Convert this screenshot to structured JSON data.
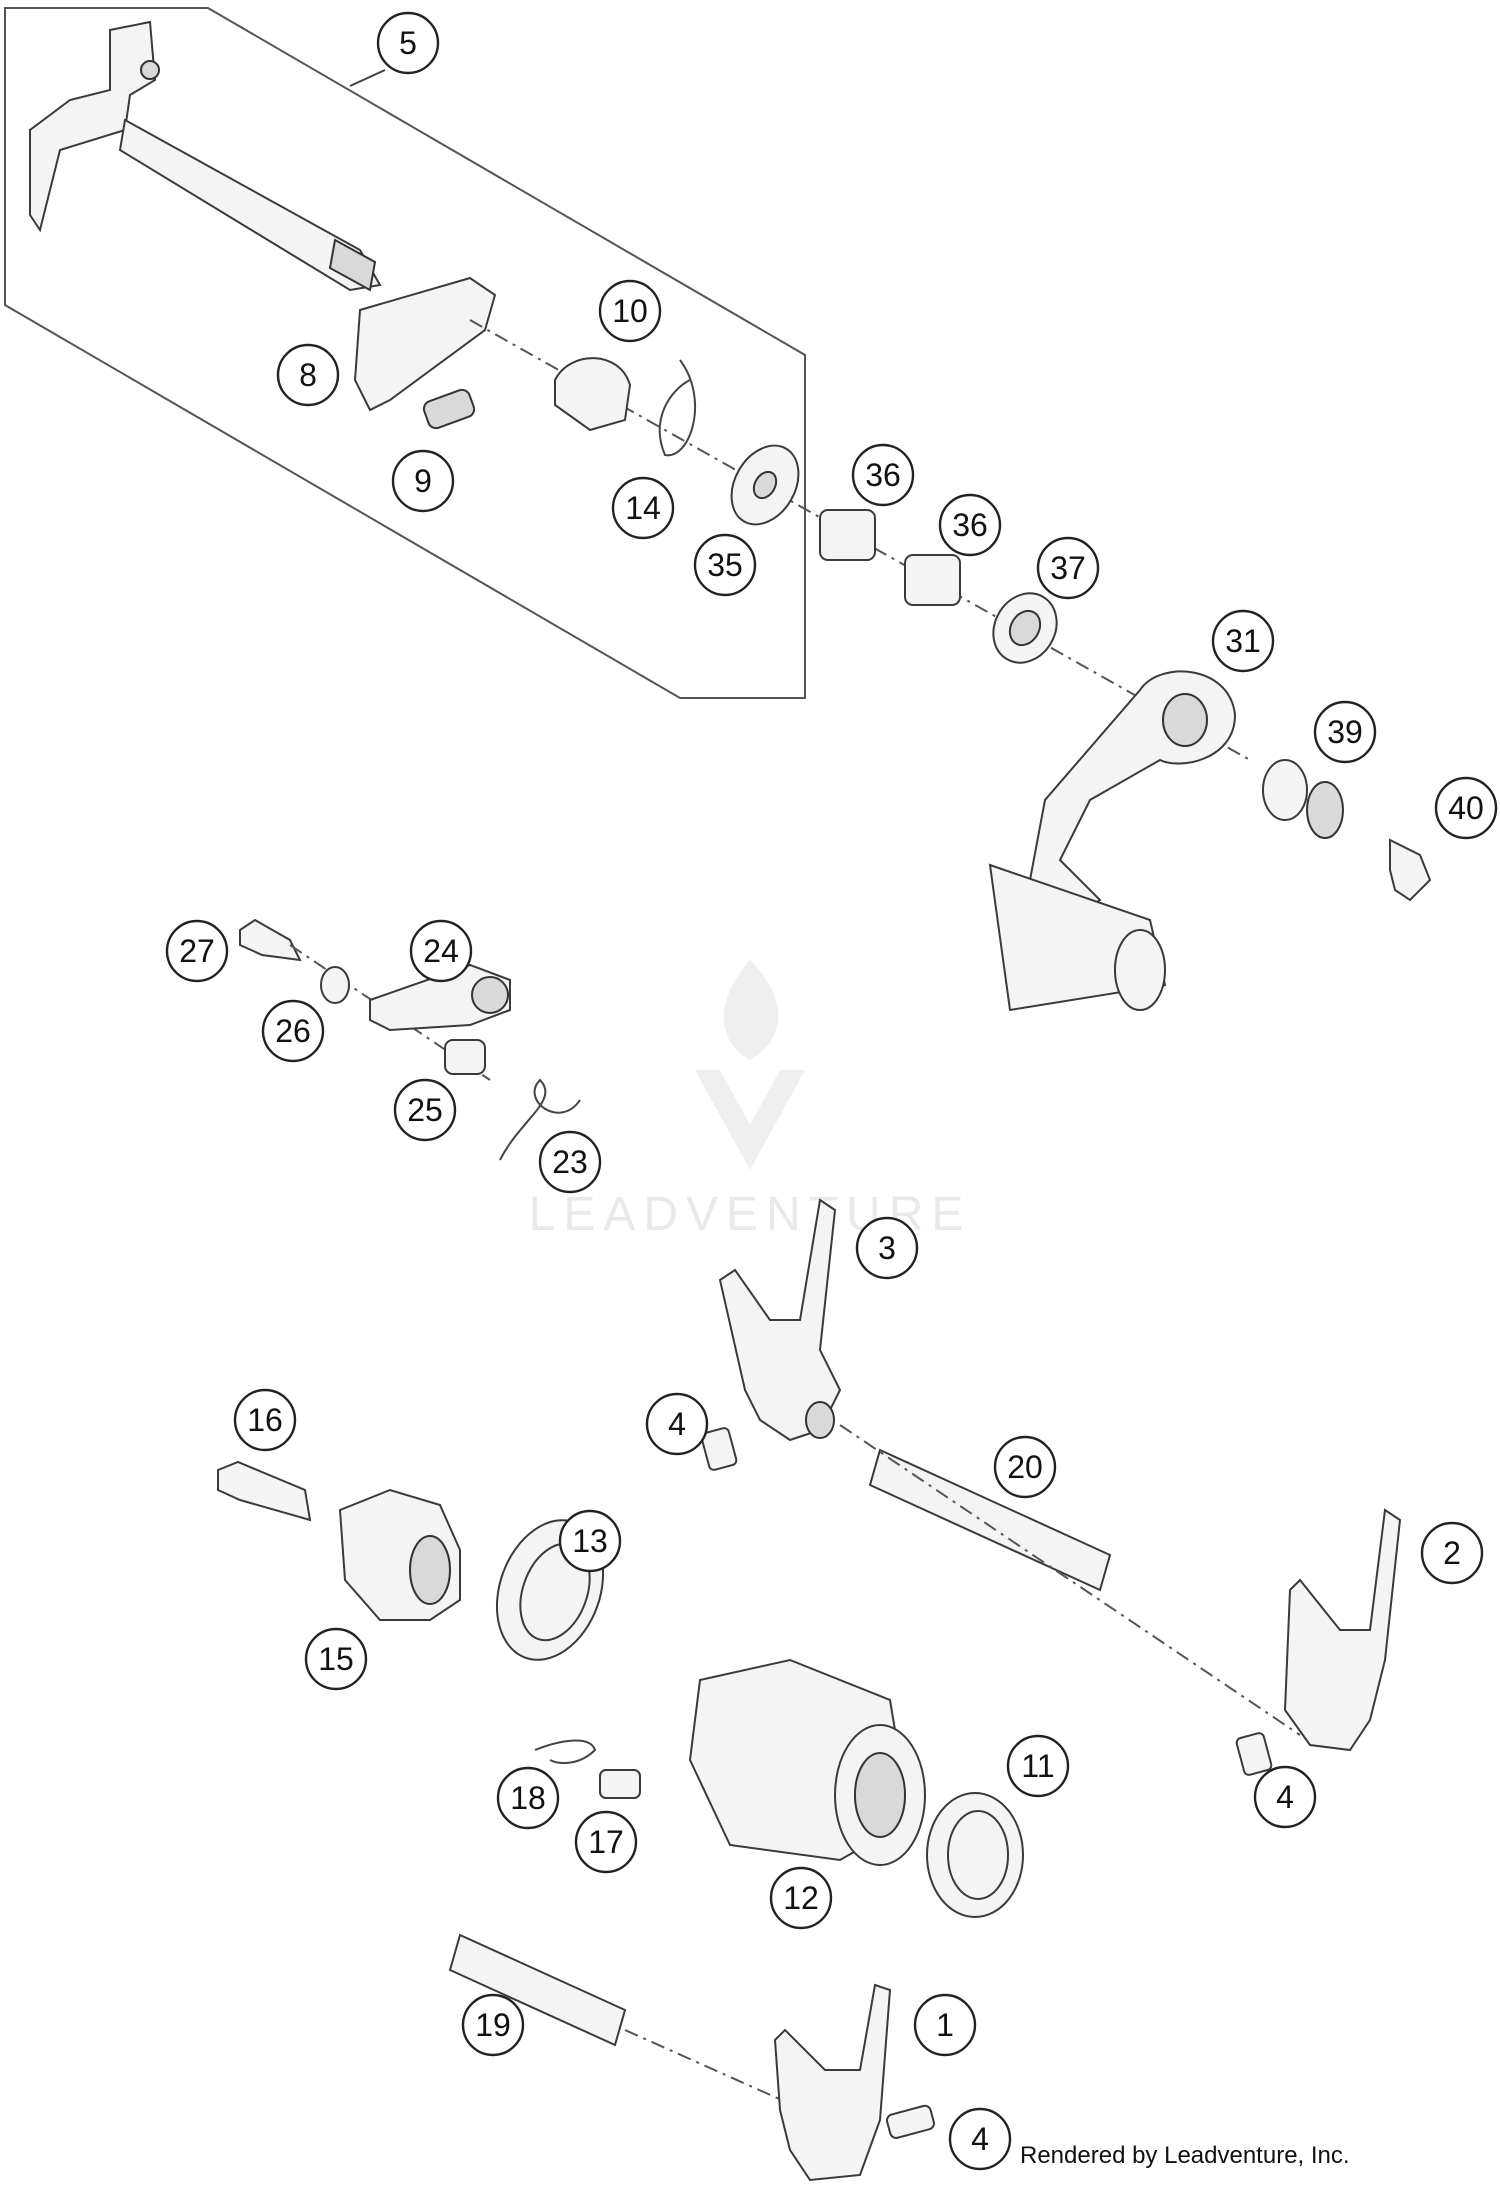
{
  "watermark": {
    "brand_text": "LEADVENTURE"
  },
  "credit": "Rendered by Leadventure, Inc.",
  "callouts": [
    {
      "id": "c5",
      "label": "5"
    },
    {
      "id": "c8",
      "label": "8"
    },
    {
      "id": "c9",
      "label": "9"
    },
    {
      "id": "c10",
      "label": "10"
    },
    {
      "id": "c14",
      "label": "14"
    },
    {
      "id": "c35",
      "label": "35"
    },
    {
      "id": "c36a",
      "label": "36"
    },
    {
      "id": "c36b",
      "label": "36"
    },
    {
      "id": "c37",
      "label": "37"
    },
    {
      "id": "c31",
      "label": "31"
    },
    {
      "id": "c39",
      "label": "39"
    },
    {
      "id": "c40",
      "label": "40"
    },
    {
      "id": "c27",
      "label": "27"
    },
    {
      "id": "c24",
      "label": "24"
    },
    {
      "id": "c26",
      "label": "26"
    },
    {
      "id": "c25",
      "label": "25"
    },
    {
      "id": "c23",
      "label": "23"
    },
    {
      "id": "c3",
      "label": "3"
    },
    {
      "id": "c4a",
      "label": "4"
    },
    {
      "id": "c20",
      "label": "20"
    },
    {
      "id": "c16",
      "label": "16"
    },
    {
      "id": "c13",
      "label": "13"
    },
    {
      "id": "c2",
      "label": "2"
    },
    {
      "id": "c15",
      "label": "15"
    },
    {
      "id": "c11",
      "label": "11"
    },
    {
      "id": "c4b",
      "label": "4"
    },
    {
      "id": "c18",
      "label": "18"
    },
    {
      "id": "c17",
      "label": "17"
    },
    {
      "id": "c12",
      "label": "12"
    },
    {
      "id": "c1",
      "label": "1"
    },
    {
      "id": "c19",
      "label": "19"
    },
    {
      "id": "c4c",
      "label": "4"
    }
  ]
}
